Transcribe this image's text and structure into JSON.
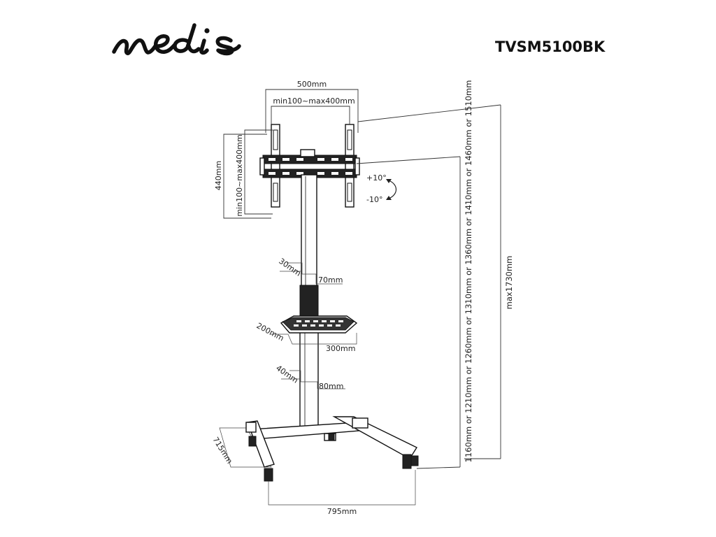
{
  "brand": {
    "logo_text": "nedis",
    "model": "TVSM5100BK"
  },
  "dimensions": {
    "bracket_width": "500mm",
    "vesa_horizontal": "min100~max400mm",
    "bracket_height": "440mm",
    "vesa_vertical": "min100~max400mm",
    "tilt_up": "+10°",
    "tilt_down": "-10°",
    "column_depth": "30mm",
    "column_width": "70mm",
    "shelf_depth": "200mm",
    "shelf_width": "300mm",
    "lower_column_depth": "40mm",
    "lower_column_width": "80mm",
    "base_depth": "715mm",
    "base_width": "795mm",
    "height_options": "1160mm or 1210mm or 1260mm or 1310mm or 1360mm or 1410mm or 1460mm or 1510mm",
    "max_height": "max1730mm"
  }
}
